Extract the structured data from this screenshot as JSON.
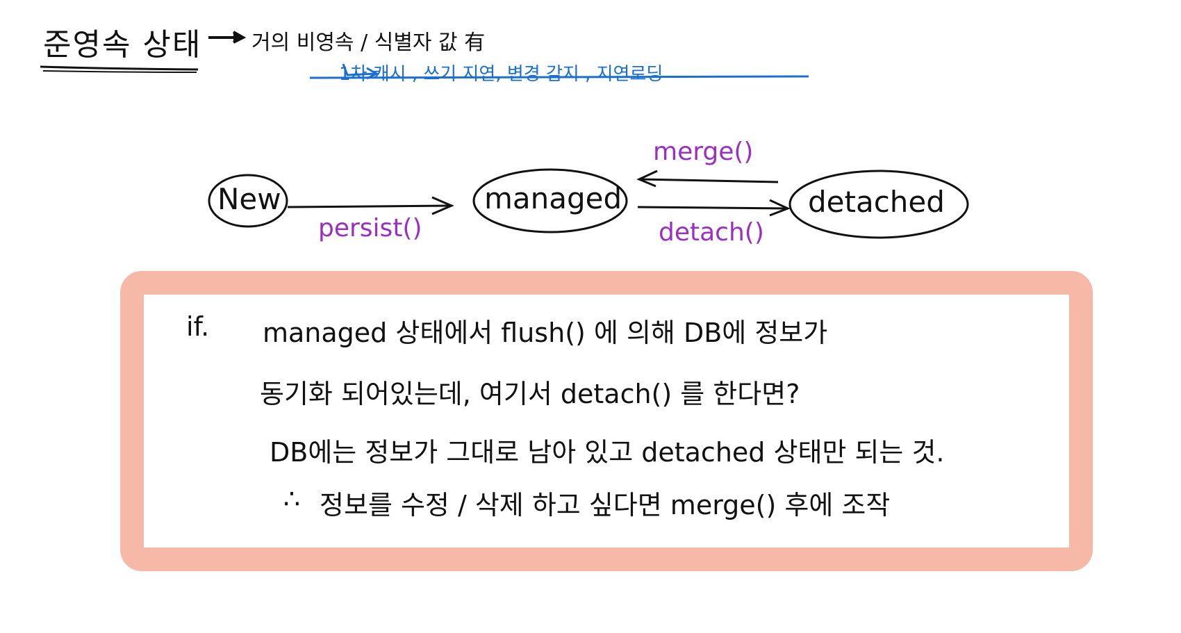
{
  "header": {
    "title": "준영속 상태",
    "note": "거의 비영속 / 식별자 값 有",
    "lost_features": "1차 캐시 , 쓰기 지연, 변경 감지 , 지연로딩"
  },
  "diagram": {
    "nodes": {
      "new": "New",
      "managed": "managed",
      "detached": "detached"
    },
    "edges": {
      "persist": "persist()",
      "merge": "merge()",
      "detach": "detach()"
    }
  },
  "note_box": {
    "lines": [
      {
        "prefix": "if.",
        "text": "managed 상태에서 flush() 에 의해 DB에 정보가"
      },
      {
        "prefix": "",
        "text": "동기화 되어있는데, 여기서 detach() 를 한다면?"
      },
      {
        "prefix": "",
        "text": "DB에는 정보가 그대로 남아 있고 detached 상태만 되는 것."
      },
      {
        "prefix": "∴",
        "text": "정보를 수정 / 삭제 하고 싶다면 merge() 후에 조작"
      }
    ]
  },
  "colors": {
    "ink": "#111111",
    "edge_label": "#9b2fc4",
    "blue_note": "#1a6fd1",
    "box_border": "#f6b9a8"
  }
}
